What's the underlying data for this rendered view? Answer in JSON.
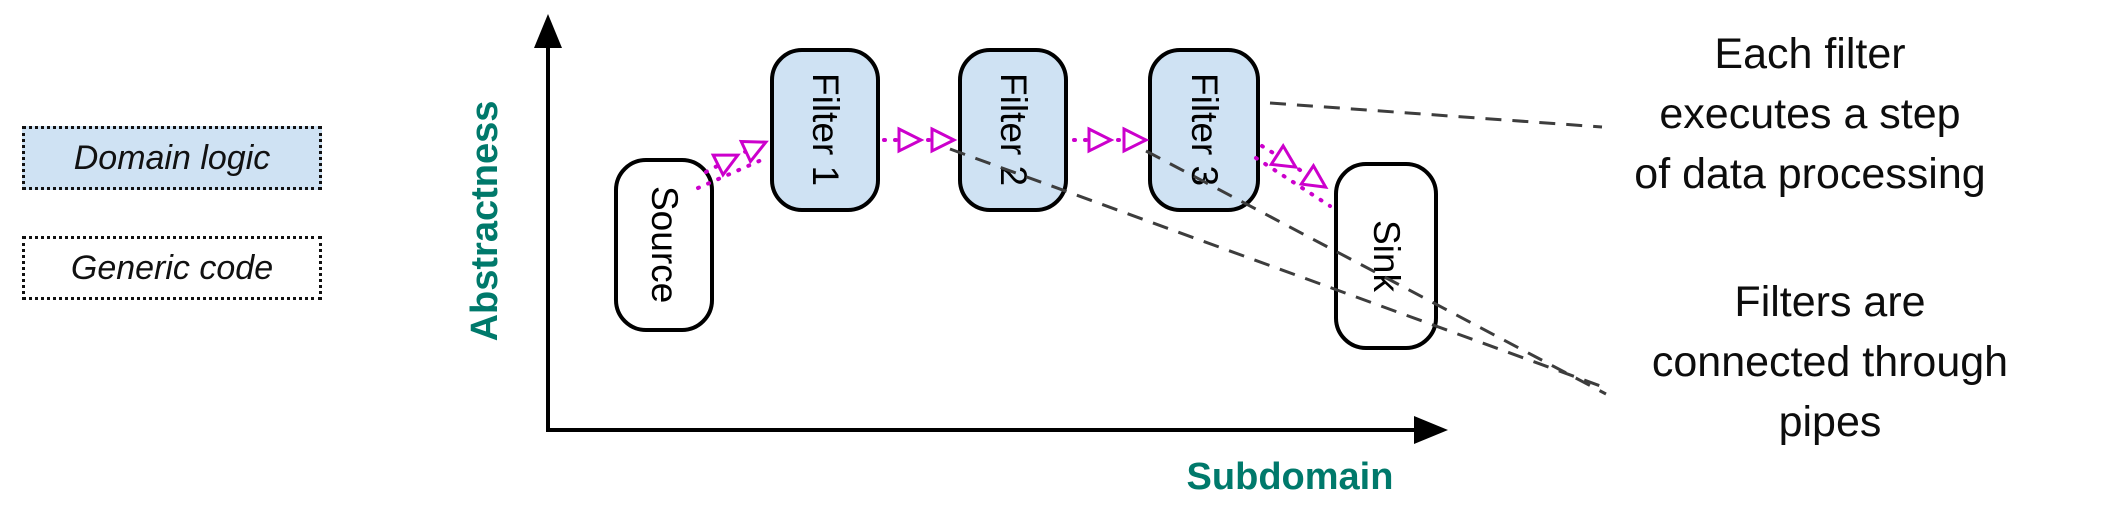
{
  "legend": {
    "items": [
      {
        "label": "Domain logic",
        "style": "domain"
      },
      {
        "label": "Generic code",
        "style": "generic"
      }
    ]
  },
  "axes": {
    "y_label": "Abstractness",
    "x_label": "Subdomain"
  },
  "nodes": [
    {
      "label": "Source",
      "type": "generic"
    },
    {
      "label": "Filter 1",
      "type": "domain"
    },
    {
      "label": "Filter 2",
      "type": "domain"
    },
    {
      "label": "Filter 3",
      "type": "domain"
    },
    {
      "label": "Sink",
      "type": "generic"
    }
  ],
  "annotations": [
    {
      "lines": [
        "Each filter",
        "executes a step",
        "of data processing"
      ]
    },
    {
      "lines": [
        "Filters are",
        "connected through",
        "pipes"
      ]
    }
  ],
  "colors": {
    "domain_fill": "#cfe2f3",
    "generic_fill": "#ffffff",
    "pipe": "#cc00cc",
    "axis_label": "#00796b",
    "callout_line": "#3d3d3d"
  }
}
